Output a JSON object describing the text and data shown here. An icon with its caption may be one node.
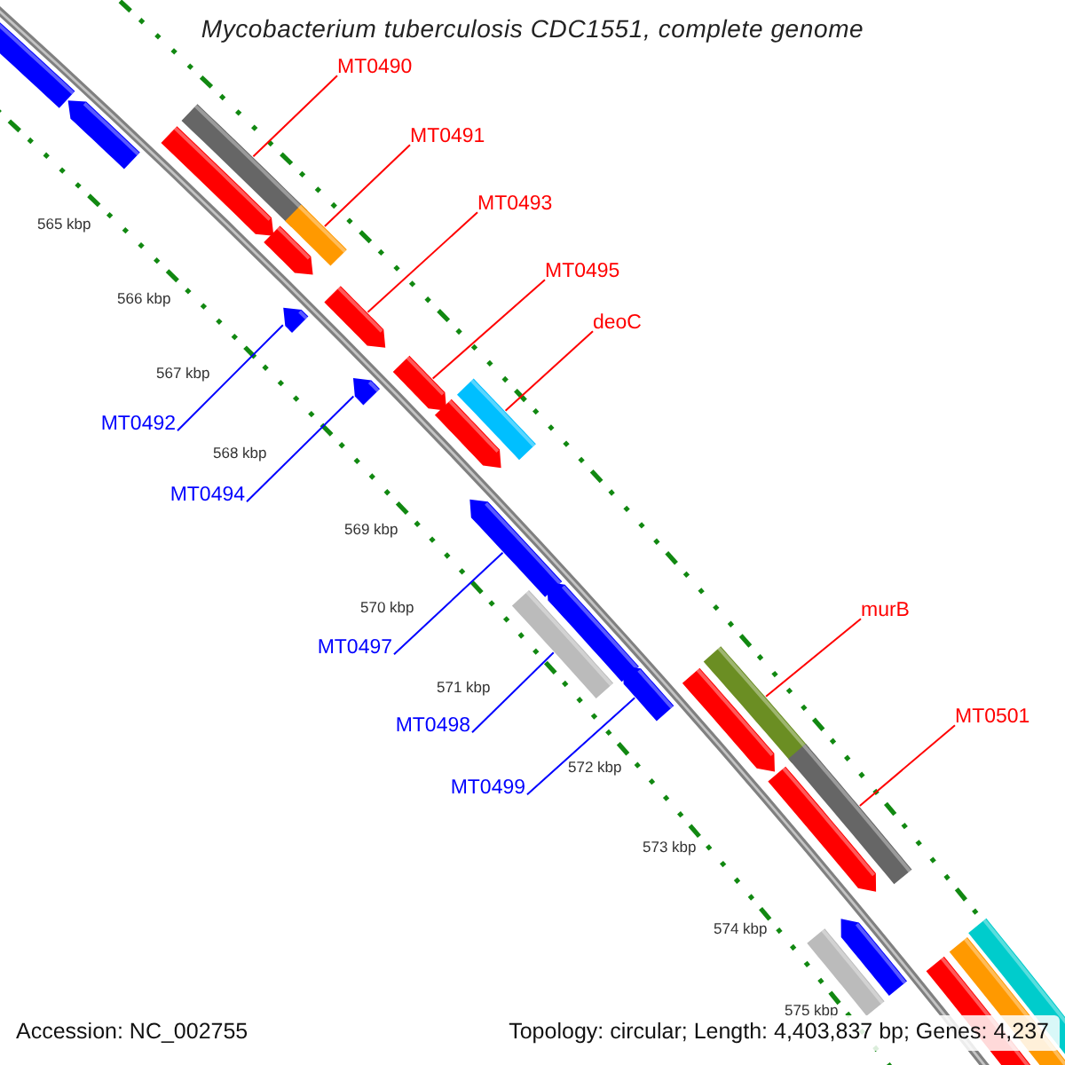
{
  "diagram": {
    "title": "Mycobacterium tuberculosis CDC1551, complete genome",
    "nodes": [
      {
        "text": [
          "MT0490"
        ]
      },
      {
        "text": [],
        "shape": "bar"
      },
      {
        "text": [
          "MT0491"
        ]
      },
      {
        "text": [],
        "shape": "bar"
      },
      {
        "text": [
          "MT0493"
        ]
      },
      {
        "text": [],
        "shape": "bar"
      },
      {
        "text": [
          "MT0495"
        ]
      },
      {
        "text": [],
        "shape": "bar"
      },
      {
        "text": [
          "deoC"
        ]
      },
      {
        "text": [],
        "shape": "bar"
      },
      {
        "text": [
          "MT0492"
        ]
      },
      {
        "text": [],
        "shape": "bar"
      },
      {
        "text": [
          "MT0494"
        ]
      },
      {
        "text": [],
        "shape": "bar"
      },
      {
        "text": [
          "murB"
        ]
      },
      {
        "text": [],
        "shape": "bar"
      },
      {
        "text": [
          "MT0497"
        ]
      },
      {
        "text": [],
        "shape": "bar"
      },
      {
        "text": [
          "MT0501"
        ]
      },
      {
        "text": [],
        "shape": "bar"
      },
      {
        "text": [
          "MT0498"
        ]
      },
      {
        "text": [],
        "shape": "bar"
      },
      {
        "text": [
          "MT0499"
        ]
      },
      {
        "text": [],
        "shape": "bar"
      }
    ],
    "edges": [
      {
        "from": 0,
        "to": 1,
        "arrow": "none"
      },
      {
        "from": 2,
        "to": 3,
        "arrow": "none"
      },
      {
        "from": 4,
        "to": 5,
        "arrow": "none"
      },
      {
        "from": 6,
        "to": 7,
        "arrow": "none"
      },
      {
        "from": 8,
        "to": 9,
        "arrow": "none"
      },
      {
        "from": 10,
        "to": 11,
        "arrow": "none",
        "color": "#0000ff"
      },
      {
        "from": 12,
        "to": 13,
        "arrow": "none",
        "color": "#0000ff"
      },
      {
        "from": 14,
        "to": 15,
        "arrow": "none"
      },
      {
        "from": 16,
        "to": 17,
        "arrow": "none",
        "color": "#0000ff"
      },
      {
        "from": 18,
        "to": 19,
        "arrow": "none"
      },
      {
        "from": 20,
        "to": 21,
        "arrow": "none",
        "color": "#0000ff"
      },
      {
        "from": 22,
        "to": 23,
        "arrow": "none",
        "color": "#0000ff"
      }
    ],
    "labels": [
      "565 kbp",
      "566 kbp",
      "567 kbp",
      "568 kbp",
      "569 kbp",
      "570 kbp",
      "571 kbp",
      "572 kbp",
      "573 kbp",
      "574 kbp",
      "575 kbp",
      "Accession: NC_002755",
      "Topology: circular; Length: 4,403,837 bp; Genes: 4,237"
    ]
  }
}
